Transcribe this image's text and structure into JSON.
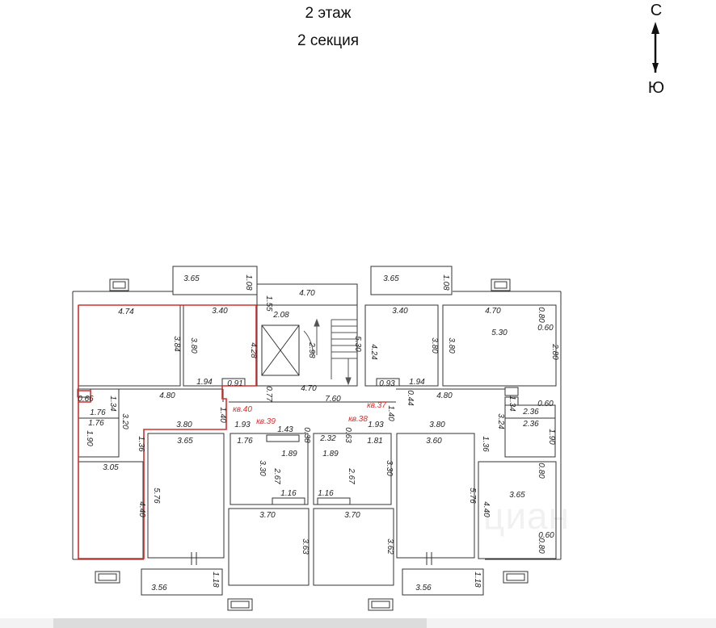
{
  "header": {
    "floor": "2 этаж",
    "section": "2 секция"
  },
  "compass": {
    "north": "С",
    "south": "Ю"
  },
  "watermark": "циан",
  "apartments": [
    "кв.40",
    "кв.39",
    "кв.38",
    "кв.37"
  ],
  "dims": {
    "b1": "3.65",
    "b1h": "1.08",
    "b2": "3.65",
    "b2h": "1.08",
    "stair_top": "4.70",
    "stair_155": "1.55",
    "stair_208": "2.08",
    "stair_298": "2.98",
    "stair_530": "5.30",
    "stair_077": "0.77",
    "stair_470": "4.70",
    "hall_760": "7.60",
    "hall_044": "0.44",
    "tl_474": "4.74",
    "tl_384": "3.84",
    "tm_340": "3.40",
    "tm_380": "3.80",
    "tm_428": "4.28",
    "tm_194": "1.94",
    "tm_091": "0.91",
    "tr_340": "3.40",
    "tr_424": "4.24",
    "tr_380": "3.80",
    "tr_093": "0.93",
    "tr_194": "1.94",
    "trr_470": "4.70",
    "trr_080": "0.80",
    "trr_530": "5.30",
    "trr_060": "0.60",
    "trr_380": "3.80",
    "trr_280": "2.80",
    "l_066": "0.66",
    "l_134": "1.34",
    "l_176a": "1.76",
    "l_176b": "1.76",
    "l_320": "3.20",
    "l_190": "1.90",
    "l_136": "1.36",
    "l_480": "4.80",
    "l_380": "3.80",
    "l_140": "1.40",
    "r_480": "4.80",
    "r_380": "3.80",
    "r_140": "1.40",
    "r_134": "1.34",
    "r_060": "0.60",
    "r_236a": "2.36",
    "r_236b": "2.36",
    "r_324": "3.24",
    "r_136": "1.36",
    "r_190": "1.90",
    "c_193a": "1.93",
    "c_143": "1.43",
    "c_038": "0.38",
    "c_232": "2.32",
    "c_063": "0.63",
    "c_193b": "1.93",
    "bl_305": "3.05",
    "bl_440": "4.40",
    "bl_365": "3.65",
    "bl_576": "5.76",
    "cl_176": "1.76",
    "cl_330": "3.30",
    "cl_189": "1.89",
    "cl_267": "2.67",
    "cl_116": "1.16",
    "cr_189": "1.89",
    "cr_267": "2.67",
    "cr_116": "1.16",
    "cr_181": "1.81",
    "cr_330": "3.30",
    "br_360": "3.60",
    "br_576": "5.76",
    "br_440": "4.40",
    "brr_080a": "0.80",
    "brr_365": "3.65",
    "brr_060": "0.60",
    "brr_080b": "0.80",
    "bcl_370": "3.70",
    "bcl_363": "3.63",
    "bcr_370": "3.70",
    "bcr_362": "3.62",
    "bb1_356": "3.56",
    "bb1_118": "1.18",
    "bb2_356": "3.56",
    "bb2_118": "1.18"
  }
}
